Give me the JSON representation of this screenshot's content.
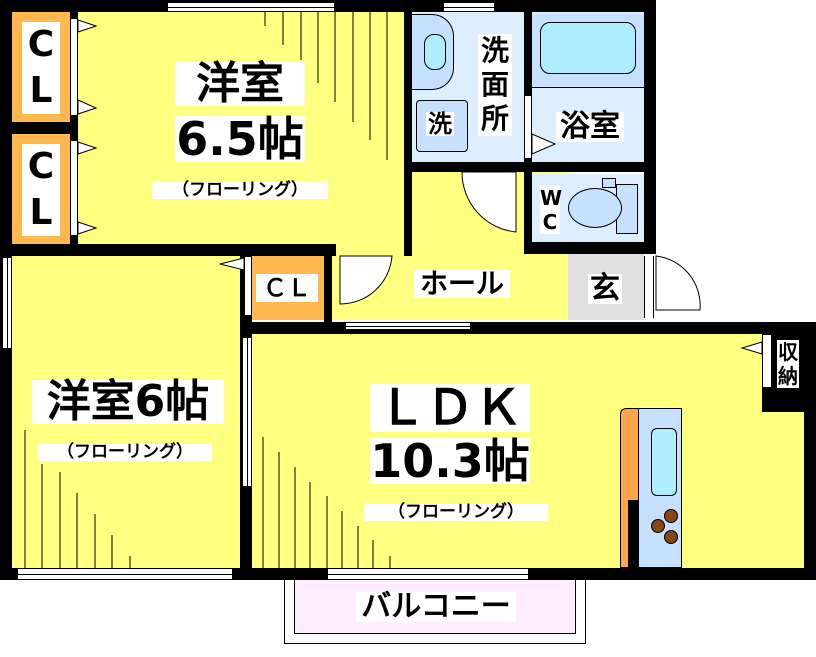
{
  "floorplan": {
    "colors": {
      "wall": "#000000",
      "room_floor": "#FFFF80",
      "closet": "#FFB84D",
      "wet_area": "#DDEEFF",
      "entrance": "#E0E0E0",
      "balcony": "#FFEEFF",
      "bathtub": "#AEEEFF",
      "stove_burner": "#8B4513",
      "counter_edge": "#FFA64D"
    },
    "rooms": {
      "western_room_1": {
        "name": "洋室",
        "size": "6.5帖",
        "floor": "（フローリング）"
      },
      "western_room_2": {
        "name": "洋室6帖",
        "floor": "（フローリング）"
      },
      "ldk": {
        "name": "ＬＤＫ",
        "size": "10.3帖",
        "floor": "（フローリング）"
      },
      "washroom": {
        "name_lines": [
          "洗",
          "面",
          "所"
        ],
        "washer_label": "洗"
      },
      "bathroom": {
        "name": "浴室"
      },
      "toilet": {
        "name_lines": [
          "W",
          "C"
        ]
      },
      "hall": {
        "name": "ホール"
      },
      "entrance": {
        "name": "玄"
      },
      "balcony": {
        "name": "バルコニー"
      },
      "closets": [
        {
          "lines": [
            "C",
            "L"
          ]
        },
        {
          "lines": [
            "C",
            "L"
          ]
        },
        {
          "text": "ＣＬ"
        }
      ],
      "storage": {
        "lines": [
          "収",
          "納"
        ]
      }
    }
  }
}
